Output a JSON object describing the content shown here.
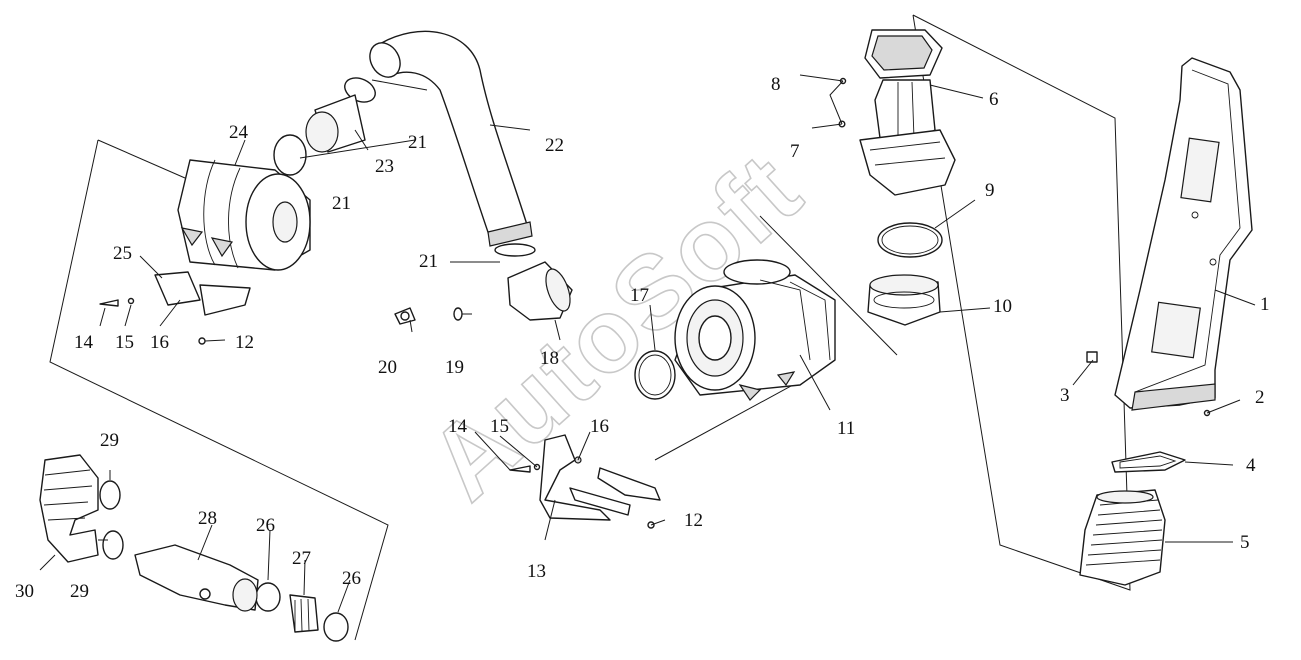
{
  "watermark": "AutoSoft",
  "callouts": [
    "1",
    "2",
    "3",
    "4",
    "5",
    "6",
    "7",
    "8",
    "9",
    "10",
    "11",
    "12",
    "12",
    "13",
    "14",
    "14",
    "15",
    "15",
    "16",
    "16",
    "17",
    "18",
    "19",
    "20",
    "21",
    "21",
    "21",
    "22",
    "23",
    "24",
    "25",
    "26",
    "26",
    "27",
    "28",
    "29",
    "29",
    "30"
  ],
  "colors": {
    "line": "#1a1a1a",
    "background": "#ffffff",
    "watermark": "#c8c8c8"
  }
}
